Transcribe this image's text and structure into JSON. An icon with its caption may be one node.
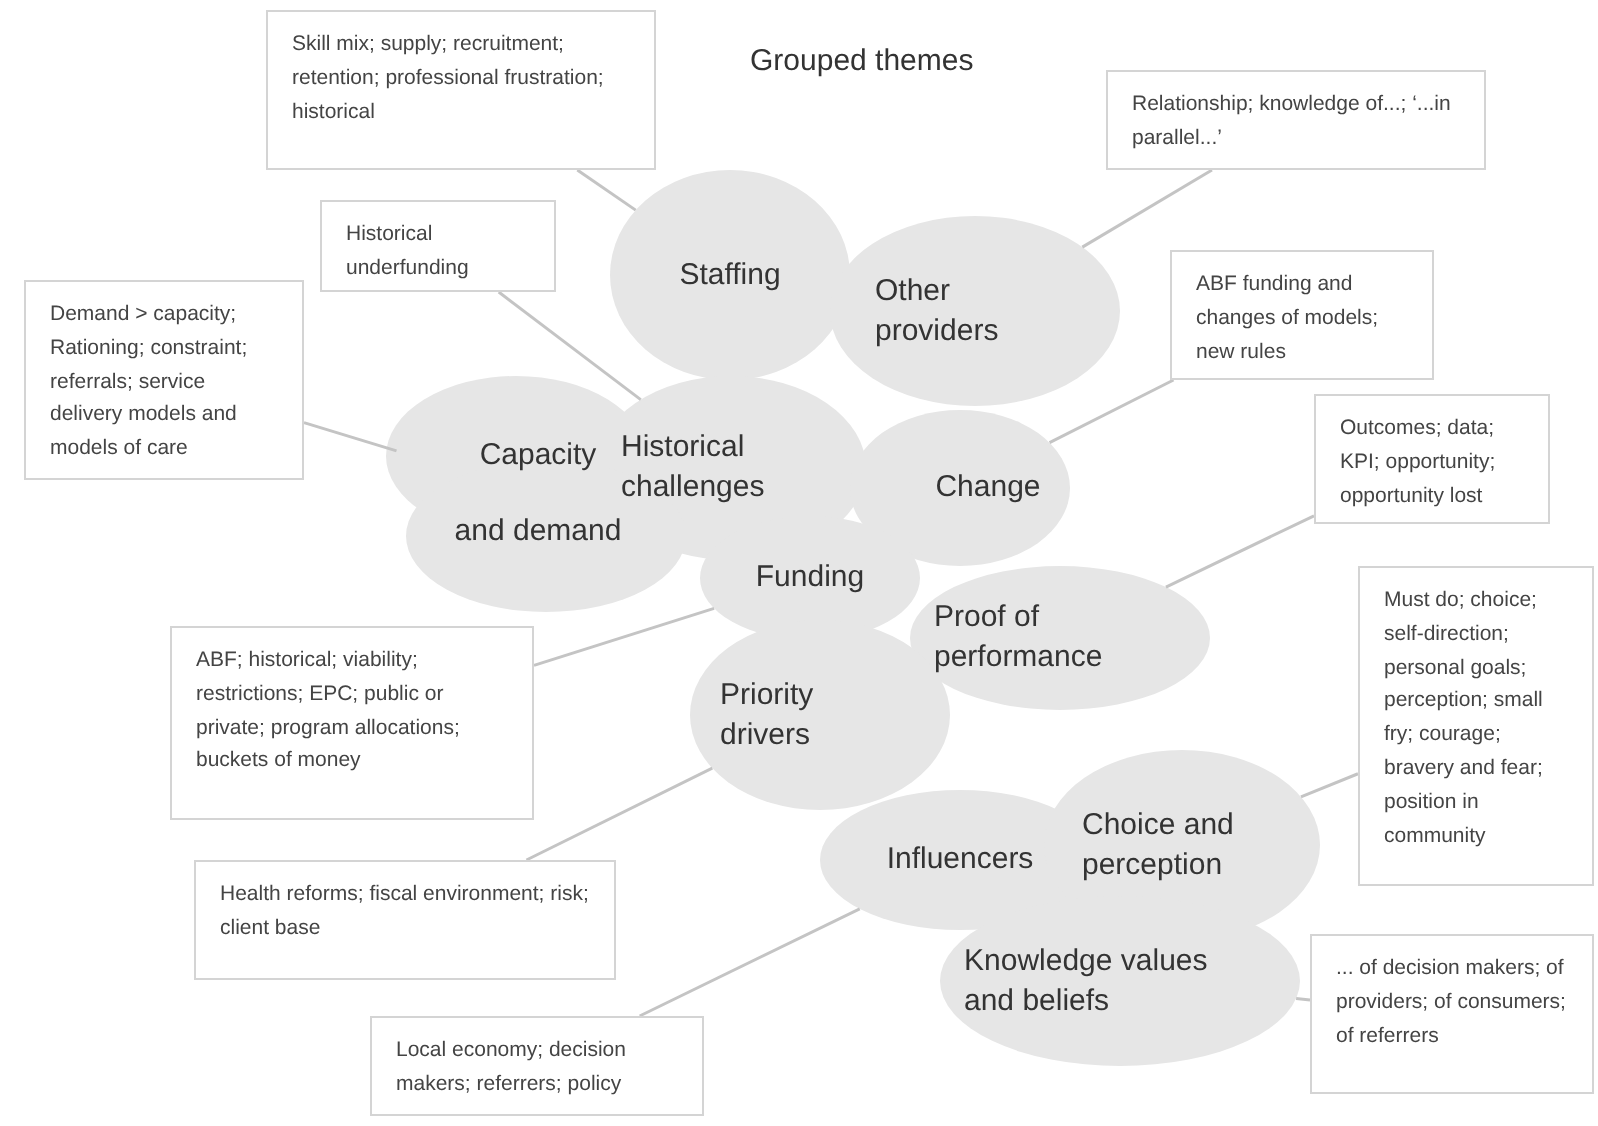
{
  "diagram": {
    "title": "Grouped themes",
    "nodes": [
      {
        "text": [
          "Staffing"
        ]
      },
      {
        "text": [
          "Other providers"
        ]
      },
      {
        "text": [
          "Historical challenges"
        ]
      },
      {
        "text": [
          "Capacity",
          "and demand"
        ]
      },
      {
        "text": [
          "Change"
        ]
      },
      {
        "text": [
          "Funding"
        ]
      },
      {
        "text": [
          "Proof of performance"
        ]
      },
      {
        "text": [
          "Priority drivers"
        ]
      },
      {
        "text": [
          "Influencers"
        ]
      },
      {
        "text": [
          "Choice and perception"
        ]
      },
      {
        "text": [
          "Knowledge values and beliefs"
        ]
      },
      {
        "text": [
          "Skill mix; supply; recruitment; retention; professional frustration; historical"
        ]
      },
      {
        "text": [
          "Relationship; knowledge of...; ‘...in parallel...’"
        ]
      },
      {
        "text": [
          "Historical underfunding"
        ]
      },
      {
        "text": [
          "Demand > capacity; Rationing; constraint; referrals; service delivery models and models of care"
        ]
      },
      {
        "text": [
          "ABF funding and changes of models; new rules"
        ]
      },
      {
        "text": [
          "Outcomes; data; KPI; opportunity; opportunity lost"
        ]
      },
      {
        "text": [
          "ABF; historical; viability; restrictions; EPC; public or private; program allocations; buckets of money"
        ]
      },
      {
        "text": [
          "Must do; choice; self-direction; personal goals; perception; small fry; courage; bravery and fear; position in community"
        ]
      },
      {
        "text": [
          "Health reforms; fiscal environment; risk; client base"
        ]
      },
      {
        "text": [
          "Local economy; decision makers; referrers; policy"
        ]
      },
      {
        "text": [
          "... of decision makers; of providers; of consumers; of referrers"
        ]
      }
    ],
    "edges": [
      {
        "from": 11,
        "to": 0,
        "arrow": "none"
      },
      {
        "from": 12,
        "to": 1,
        "arrow": "none"
      },
      {
        "from": 13,
        "to": 2,
        "arrow": "none"
      },
      {
        "from": 14,
        "to": 3,
        "arrow": "none"
      },
      {
        "from": 15,
        "to": 4,
        "arrow": "none"
      },
      {
        "from": 16,
        "to": 6,
        "arrow": "none"
      },
      {
        "from": 17,
        "to": 5,
        "arrow": "none"
      },
      {
        "from": 18,
        "to": 9,
        "arrow": "none"
      },
      {
        "from": 19,
        "to": 7,
        "arrow": "none"
      },
      {
        "from": 20,
        "to": 8,
        "arrow": "none"
      },
      {
        "from": 21,
        "to": 10,
        "arrow": "none"
      }
    ]
  }
}
